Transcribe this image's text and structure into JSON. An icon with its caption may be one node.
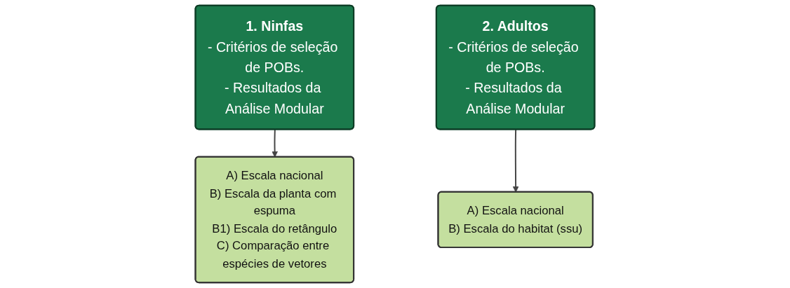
{
  "diagram": {
    "nodes": [
      {
        "text": [
          "1. Ninfas",
          "- Critérios de seleção de POBs.",
          "- Resultados da Análise Modular"
        ]
      },
      {
        "text": [
          "A) Escala nacional",
          "B) Escala da planta com espuma",
          "B1) Escala do retângulo",
          "C) Comparação entre espécies de vetores"
        ]
      },
      {
        "text": [
          "2. Adultos",
          "- Critérios de seleção de POBs.",
          "- Resultados da Análise Modular"
        ]
      },
      {
        "text": [
          "A) Escala nacional",
          "B) Escala do habitat (ssu)"
        ]
      }
    ],
    "edges": [
      {
        "from": 0,
        "to": 1,
        "arrow": "to"
      },
      {
        "from": 2,
        "to": 3,
        "arrow": "to"
      }
    ]
  }
}
